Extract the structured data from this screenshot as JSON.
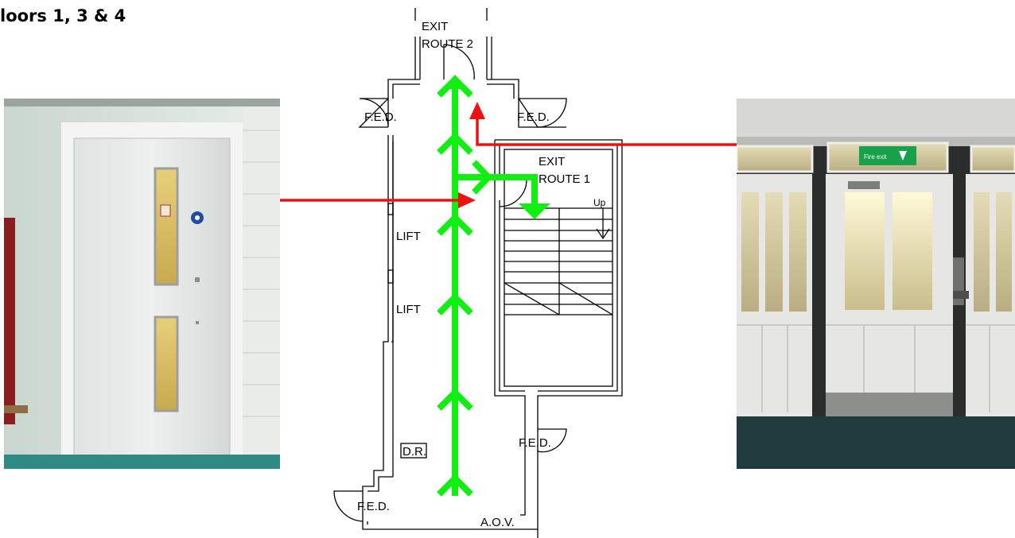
{
  "heading": "loors 1, 3 & 4",
  "labels": {
    "exit_route_2_line1": "EXIT",
    "exit_route_2_line2": "ROUTE 2",
    "exit_route_1_line1": "EXIT",
    "exit_route_1_line2": "ROUTE 1",
    "fed": "F.E.D.",
    "lift": "LIFT",
    "up": "Up",
    "dr": "D.R.",
    "aov": "A.O.V."
  },
  "photos": {
    "left": {
      "icon": "fire-door-photo"
    },
    "right": {
      "icon": "glazed-exit-doors-photo",
      "sign_text": "Fire exit"
    }
  },
  "colors": {
    "route_arrow": "#11ee11",
    "pointer_arrow": "#ee1111",
    "wall": "#000000"
  }
}
